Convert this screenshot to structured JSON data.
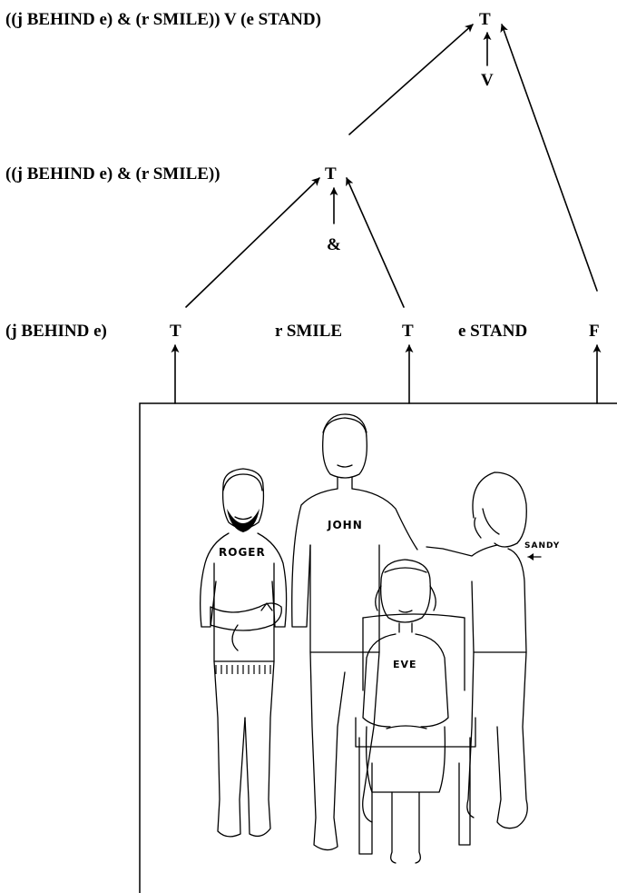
{
  "top": {
    "formula": "((j BEHIND e) & (r SMILE)) V (e STAND)",
    "value": "T",
    "operator": "V"
  },
  "middle": {
    "formula": "((j BEHIND e) & (r SMILE))",
    "value": "T",
    "operator": "&"
  },
  "atoms": [
    {
      "formula": "(j BEHIND e)",
      "value": "T"
    },
    {
      "formula": "r SMILE",
      "value": "T"
    },
    {
      "formula": "e STAND",
      "value": "F"
    }
  ],
  "picture": {
    "people": [
      {
        "name": "ROGER"
      },
      {
        "name": "JOHN"
      },
      {
        "name": "EVE"
      },
      {
        "name": "SANDY"
      }
    ]
  }
}
